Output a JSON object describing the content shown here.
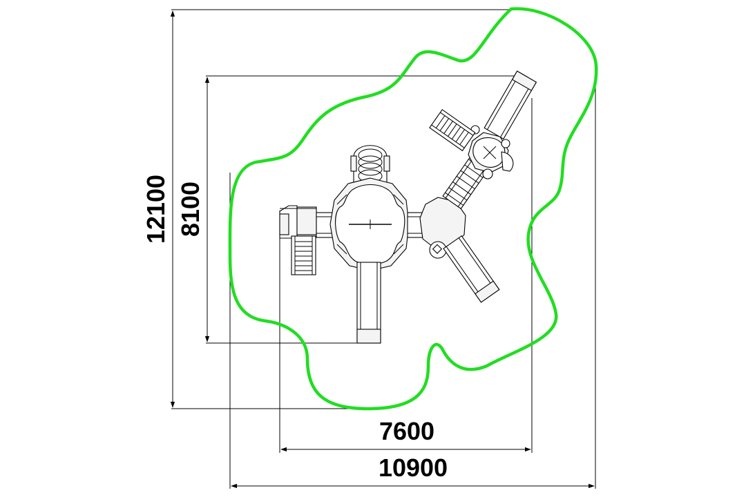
{
  "drawing": {
    "dimensions": {
      "overall_height": "12100",
      "equipment_height": "8100",
      "equipment_width": "7600",
      "overall_width": "10900"
    },
    "colors": {
      "safety_zone": "#22dd22",
      "lines": "#000000",
      "equipment_fill": "#f4f4f4",
      "background": "#ffffff"
    }
  }
}
